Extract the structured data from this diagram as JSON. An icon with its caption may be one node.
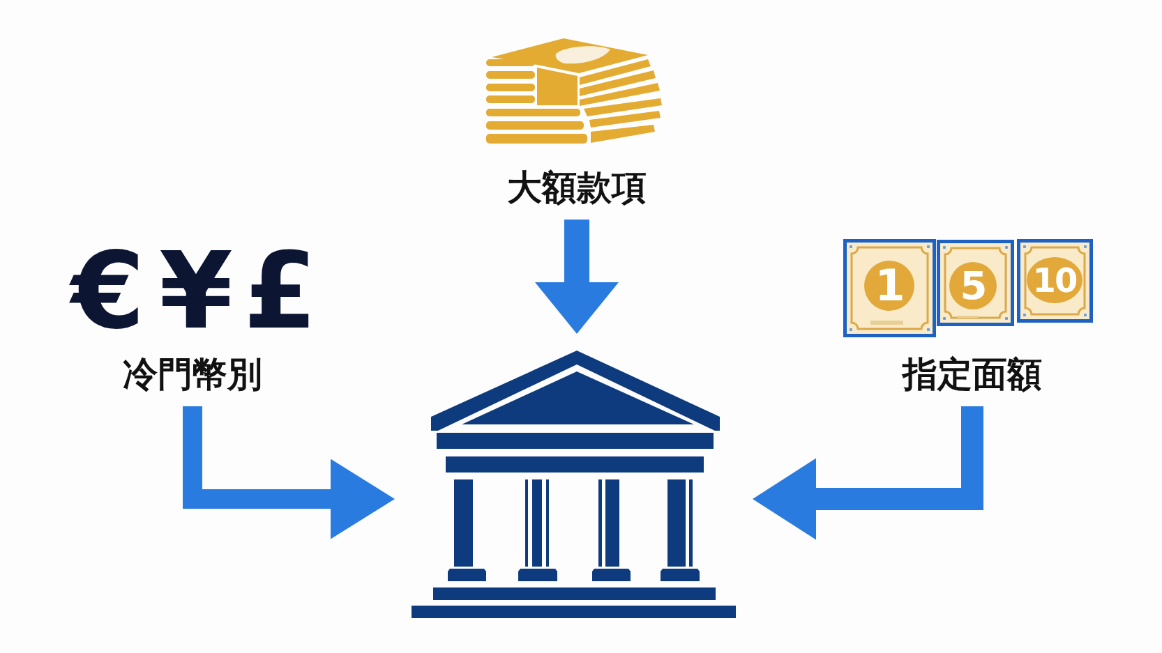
{
  "diagram": {
    "nodes": [
      {
        "text": [
          "大額款項"
        ]
      },
      {
        "text": [
          "冷門幣別"
        ]
      },
      {
        "text": [
          "1"
        ]
      },
      {
        "text": [
          "5"
        ]
      },
      {
        "text": [
          "10"
        ]
      },
      {
        "text": [
          "指定面額"
        ]
      },
      {
        "text": [],
        "shape": "picture"
      }
    ],
    "edges": [
      {
        "from": 0,
        "to": 6,
        "arrow": "to"
      },
      {
        "from": 1,
        "to": 6,
        "arrow": "to"
      },
      {
        "from": 5,
        "to": 6,
        "arrow": "to"
      }
    ],
    "labels": [
      "€",
      "¥",
      "£"
    ]
  }
}
